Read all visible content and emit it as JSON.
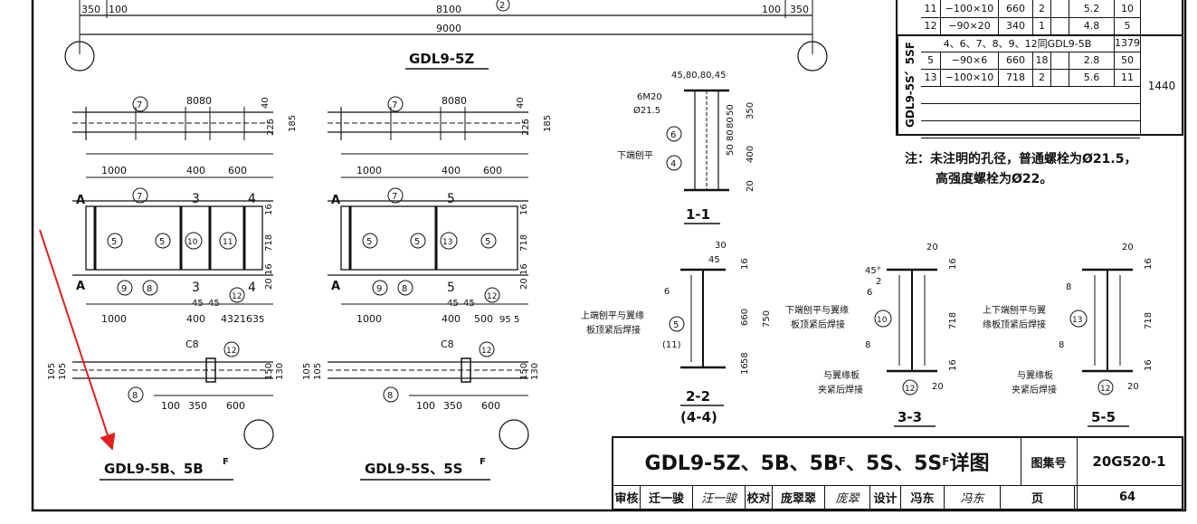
{
  "dimensions": {
    "top_350": "350",
    "top_100": "100",
    "top_8100": "8100",
    "top_100b": "100",
    "top_350b": "350",
    "top_9000": "9000",
    "d1000": "1000",
    "d400": "400",
    "d600": "600",
    "d8080": "8080",
    "d40": "40",
    "d225": "225",
    "d185": "185",
    "d16": "16",
    "d718": "718",
    "d20": "20",
    "d45": "45",
    "d45b": "45",
    "d432": "432163",
    "d5": "5",
    "d500": "500",
    "d95": "95",
    "d5b": "5",
    "d105": "105",
    "d105b": "105",
    "d150": "150",
    "d130": "130",
    "d100s": "100",
    "d350s": "350",
    "d600s": "600",
    "sec11_top": "45,80,80,45",
    "sec11_6m20": "6M20",
    "sec11_dia": "Ø21.5",
    "sec11_50": "50",
    "sec11_80": "80",
    "sec11_80b": "80",
    "sec11_50b": "50",
    "sec11_350": "350",
    "sec11_400": "400",
    "sec11_20": "20",
    "sec22_30": "30",
    "sec22_45": "45",
    "sec22_16": "16",
    "sec22_660": "660",
    "sec22_750": "750",
    "sec22_16b": "16",
    "sec22_58": "58",
    "sec33_20": "20",
    "sec33_45deg": "45°",
    "sec33_2": "2",
    "sec33_6": "6",
    "sec33_8": "8",
    "sec33_16": "16",
    "sec33_718": "718",
    "sec33_20b": "20",
    "sec55_20": "20",
    "sec55_8": "8",
    "sec55_8b": "8",
    "sec55_16": "16",
    "sec55_718": "718",
    "sec55_20b": "20",
    "sec55_16b": "16",
    "sec33_16b": "16"
  },
  "marks": {
    "m2": "2",
    "m7": "7",
    "m5": "5",
    "m10": "10",
    "m11": "11",
    "m13": "13",
    "m9": "9",
    "m8": "8",
    "m12": "12",
    "m6": "6",
    "m4": "4",
    "m11p": "(11)",
    "c8": "C8",
    "sec3": "3",
    "sec4": "4",
    "sec5": "5",
    "A": "A"
  },
  "labels": {
    "gdl_5z": "GDL9-5Z",
    "gdl_5b": "GDL9-5B、5B",
    "gdl_5b_sup": "F",
    "gdl_5s": "GDL9-5S、5S",
    "gdl_5s_sup": "F",
    "sec_11": "1-1",
    "sec_22": "2-2",
    "sec_44": "(4-4)",
    "sec_33": "3-3",
    "sec_55": "5-5",
    "note_xiaduan": "下端刨平",
    "note_shangduan_1": "上端刨平与翼缘",
    "note_shangduan_2": "板顶紧后焊接",
    "note_xia33_1": "下端刨平与翼缘",
    "note_xia33_2": "板顶紧后焊接",
    "note_jia33_1": "与翼缘板",
    "note_jia33_2": "夹紧后焊接",
    "note_sx55_1": "上下端刨平与翼",
    "note_sx55_2": "缘板顶紧后焊接",
    "note_jia55_1": "与翼缘板",
    "note_jia55_2": "夹紧后焊接"
  },
  "table": {
    "side_label": "GDL9-5S、5SF",
    "rows": [
      {
        "no": "11",
        "spec": "−100×10",
        "len": "660",
        "qty": "2",
        "unit": "5.2",
        "total": "10"
      },
      {
        "no": "12",
        "spec": "−90×20",
        "len": "340",
        "qty": "1",
        "unit": "4.8",
        "total": "5"
      },
      {
        "no": "4、6、7、8、9、12同GDL9-5B",
        "spec": "",
        "len": "",
        "qty": "",
        "unit": "",
        "total": "1379"
      },
      {
        "no": "5",
        "spec": "−90×6",
        "len": "660",
        "qty": "18",
        "unit": "2.8",
        "total": "50"
      },
      {
        "no": "13",
        "spec": "−100×10",
        "len": "718",
        "qty": "2",
        "unit": "5.6",
        "total": "11"
      }
    ],
    "grand_total": "1440"
  },
  "note": {
    "line1": "注：未注明的孔径，普通螺栓为Ø21.5，",
    "line2": "高强度螺栓为Ø22。"
  },
  "title_block": {
    "title": "GDL9-5Z、5B、5B",
    "title_sup": "F",
    "title_mid": "、5S、5S",
    "title_sup2": "F",
    "title_end": "详图",
    "atlas_label": "图集号",
    "atlas_no": "20G520-1",
    "review_label": "审核",
    "review_name": "迁一骏",
    "review_sig": "汪一骏",
    "check_label": "校对",
    "check_name": "庞翠翠",
    "check_sig": "庞翠",
    "design_label": "设计",
    "design_name": "冯东",
    "design_sig": "冯东",
    "page_label": "页",
    "page_no": "64"
  }
}
